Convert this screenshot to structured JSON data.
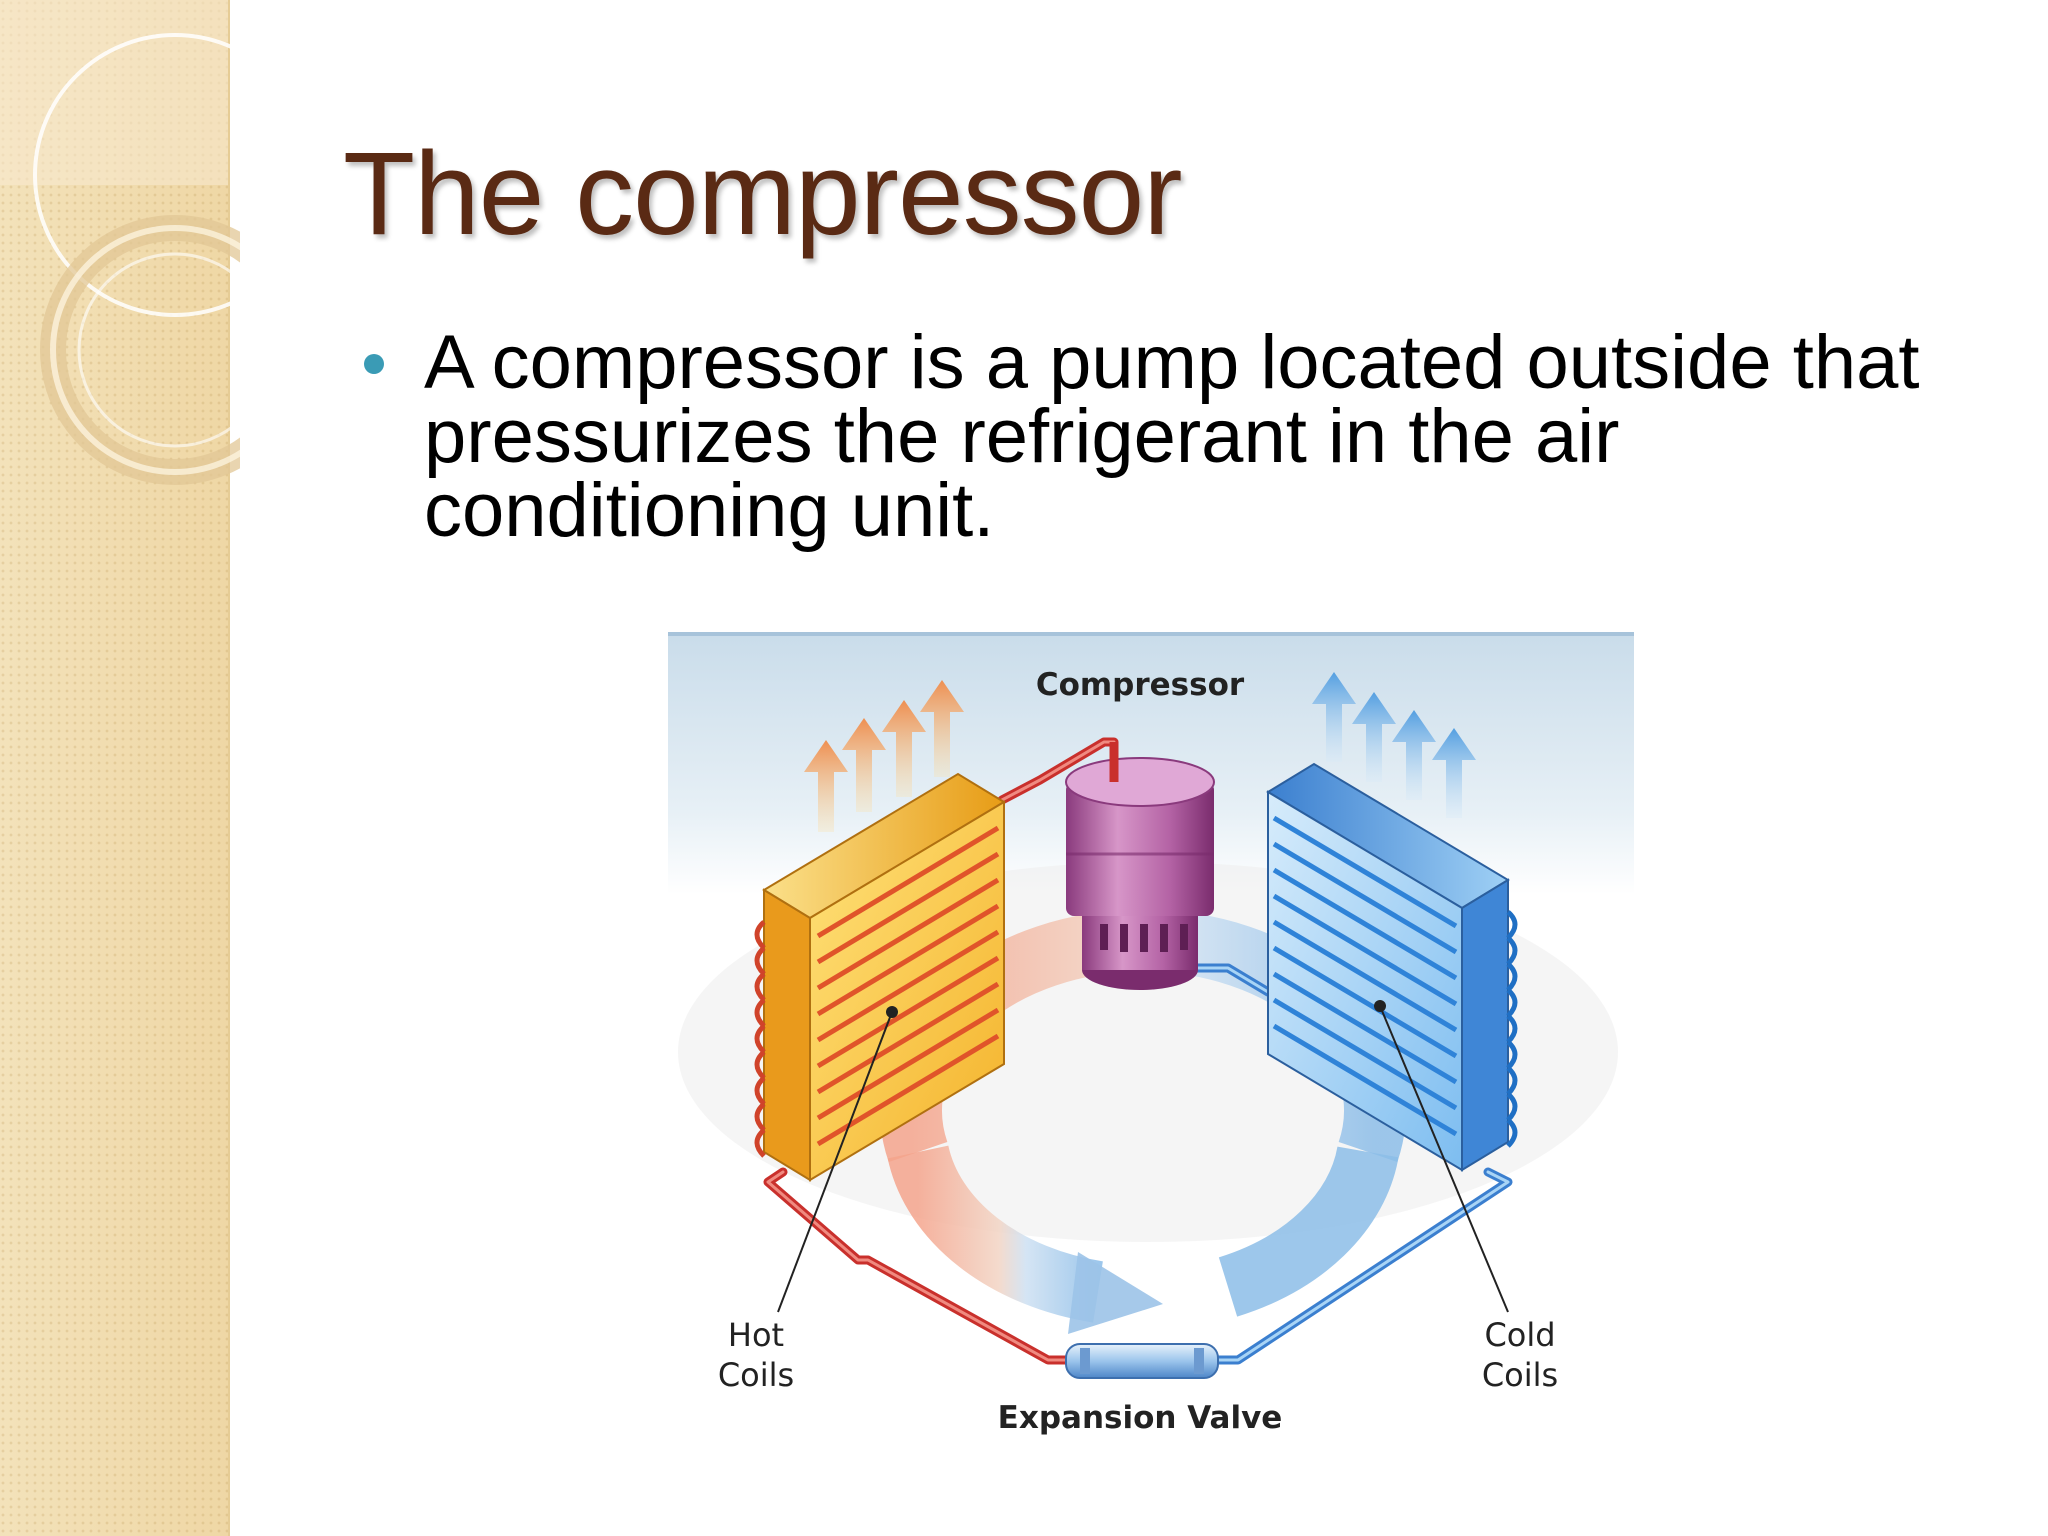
{
  "slide": {
    "title": "The compressor",
    "bullets": [
      "A compressor is a pump located outside that pressurizes the refrigerant in the air conditioning unit."
    ]
  },
  "diagram": {
    "labels": {
      "compressor": "Compressor",
      "hot_coils_line1": "Hot",
      "hot_coils_line2": "Coils",
      "cold_coils_line1": "Cold",
      "cold_coils_line2": "Coils",
      "expansion_valve": "Expansion Valve"
    }
  },
  "colors": {
    "title": "#5a2a14",
    "bullet": "#3a9bb5",
    "band": "#f1ddb0",
    "hot": "#f5b62a",
    "cold": "#4a9be0",
    "compressor": "#b0609f"
  }
}
